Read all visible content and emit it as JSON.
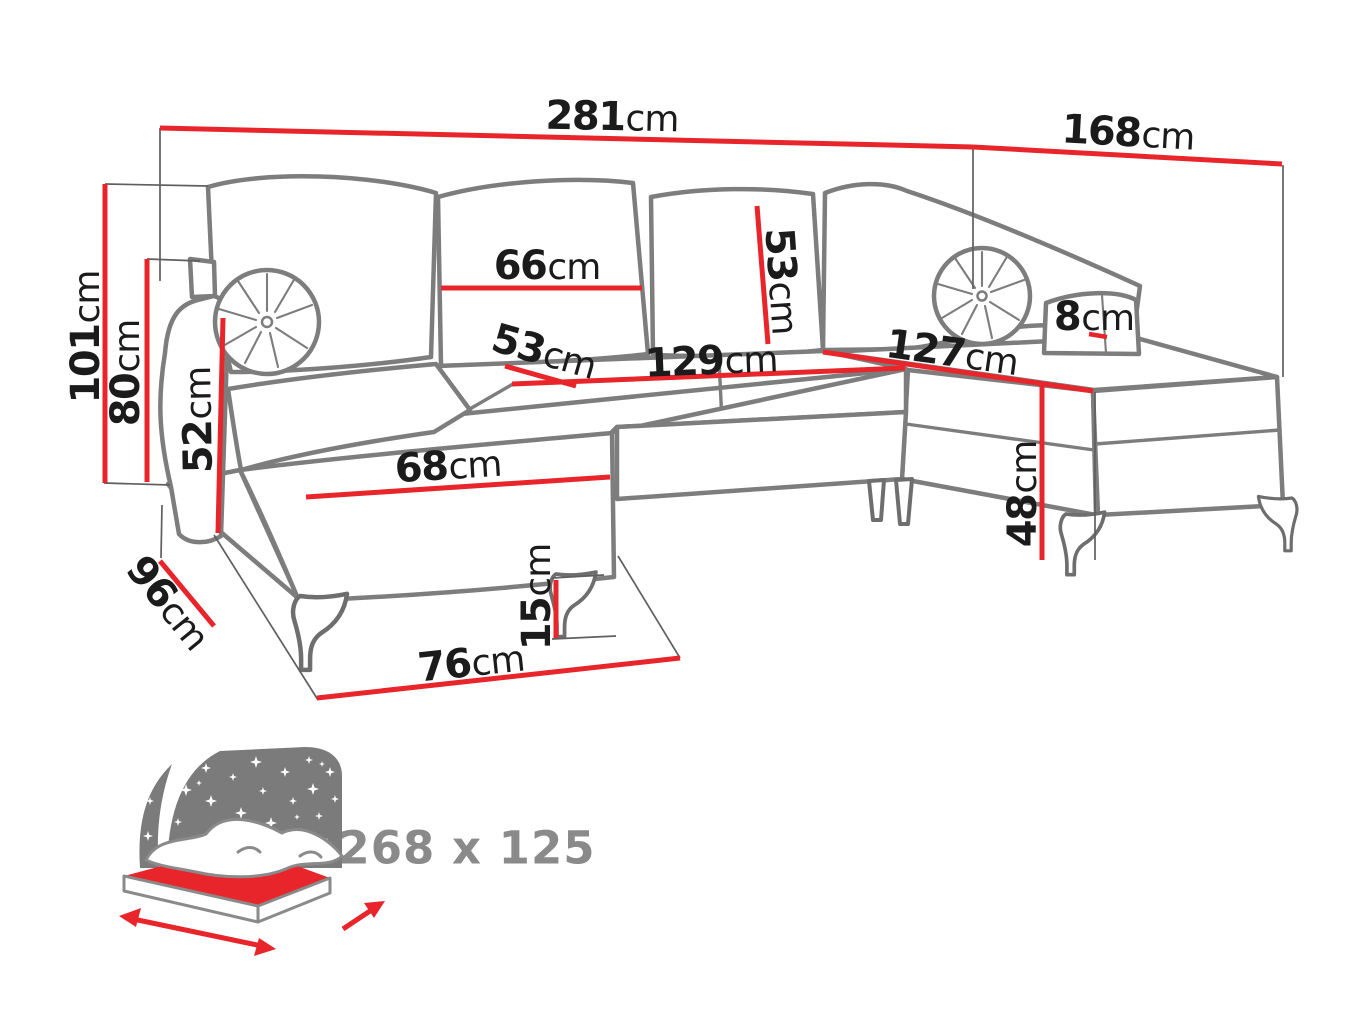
{
  "diagram_type": "furniture-dimension-diagram",
  "subject": "U-shaped corner sofa bed sketch with dimension lines",
  "unit": "cm",
  "dimensions": {
    "total_width": {
      "value": "281",
      "unit": "cm"
    },
    "side_depth": {
      "value": "168",
      "unit": "cm"
    },
    "total_height": {
      "value": "101",
      "unit": "cm"
    },
    "backrest_height": {
      "value": "80",
      "unit": "cm"
    },
    "armrest_height": {
      "value": "52",
      "unit": "cm"
    },
    "chaise_side_depth": {
      "value": "96",
      "unit": "cm"
    },
    "back_cushion_width": {
      "value": "66",
      "unit": "cm"
    },
    "back_cushion_height": {
      "value": "53",
      "unit": "cm"
    },
    "corner_seat_depth": {
      "value": "53",
      "unit": "cm"
    },
    "middle_seat_width": {
      "value": "129",
      "unit": "cm"
    },
    "right_seat_width": {
      "value": "127",
      "unit": "cm"
    },
    "side_pillow_thickness": {
      "value": "8",
      "unit": "cm"
    },
    "chaise_seat_width": {
      "value": "68",
      "unit": "cm"
    },
    "leg_height": {
      "value": "15",
      "unit": "cm"
    },
    "seat_height": {
      "value": "48",
      "unit": "cm"
    },
    "chaise_front_width": {
      "value": "76",
      "unit": "cm"
    }
  },
  "sleeping_area": {
    "size": "268 x 125"
  },
  "colors": {
    "dimension_line": "#e8252a",
    "sketch_line": "#7d7d7d",
    "label_text": "#1b1b1b",
    "icon_fill": "#7b7b7b",
    "sleeping_text": "#8a8a8a",
    "background": "#ffffff"
  }
}
